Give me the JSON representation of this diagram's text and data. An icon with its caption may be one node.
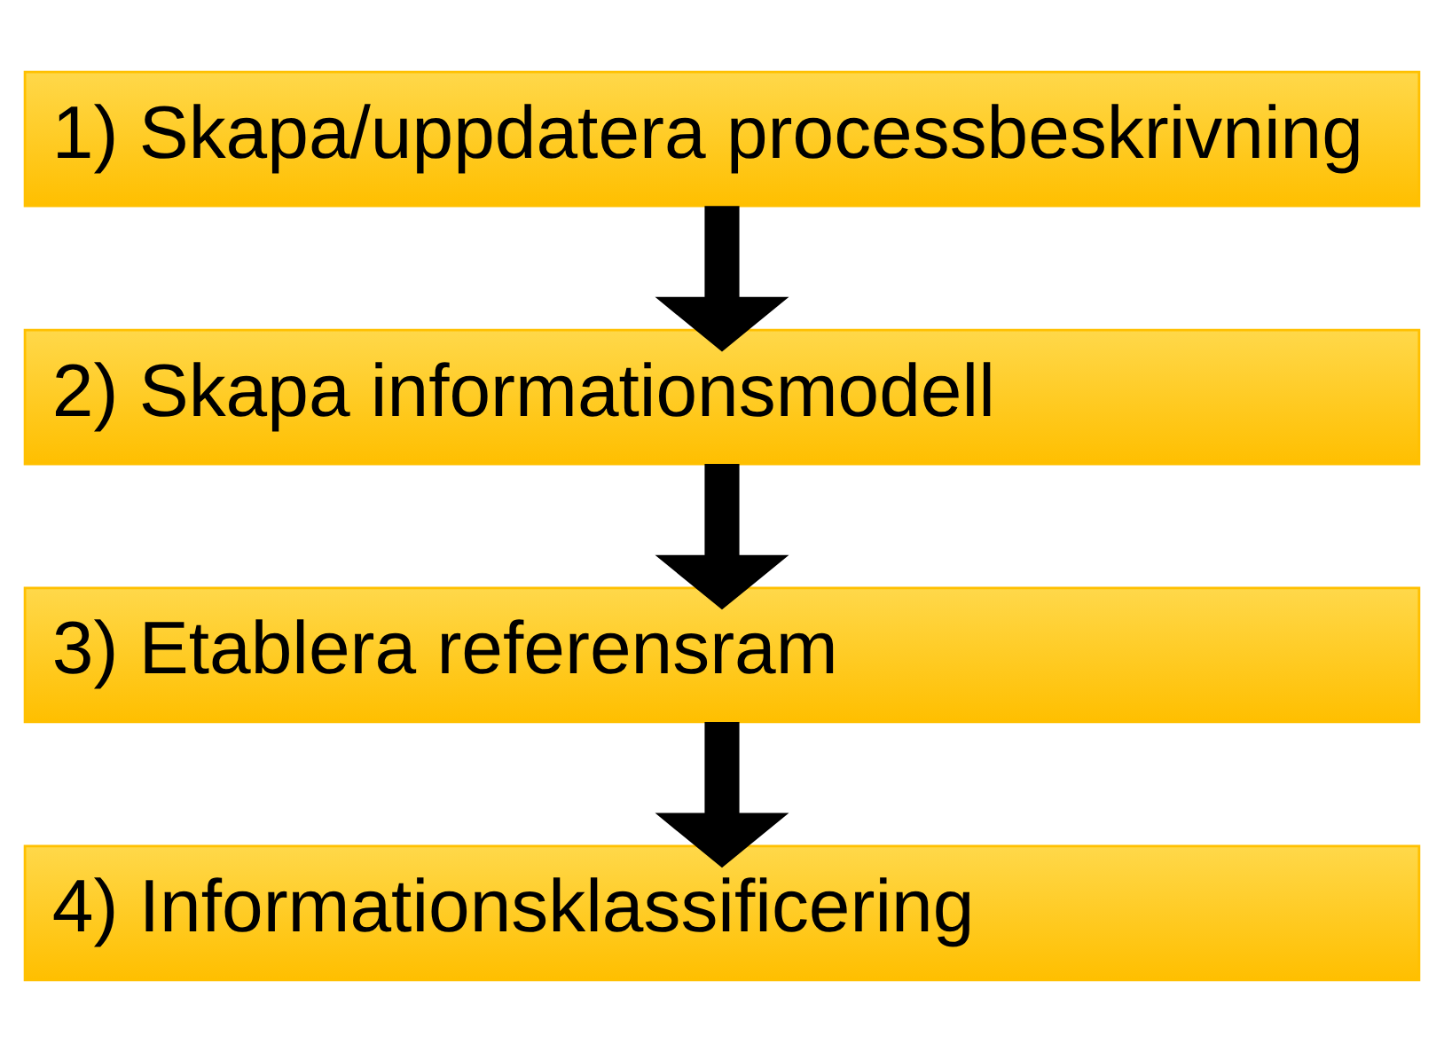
{
  "diagram": {
    "nodes": [
      {
        "text": [
          "1) Skapa/uppdatera processbeskrivning"
        ]
      },
      {
        "text": [
          "2) Skapa informationsmodell"
        ]
      },
      {
        "text": [
          "3) Etablera referensram"
        ]
      },
      {
        "text": [
          "4) Informationsklassificering"
        ]
      }
    ],
    "edges": [
      {
        "from": 0,
        "to": 1,
        "arrow": "to"
      },
      {
        "from": 1,
        "to": 2,
        "arrow": "to"
      },
      {
        "from": 2,
        "to": 3,
        "arrow": "to"
      }
    ]
  }
}
